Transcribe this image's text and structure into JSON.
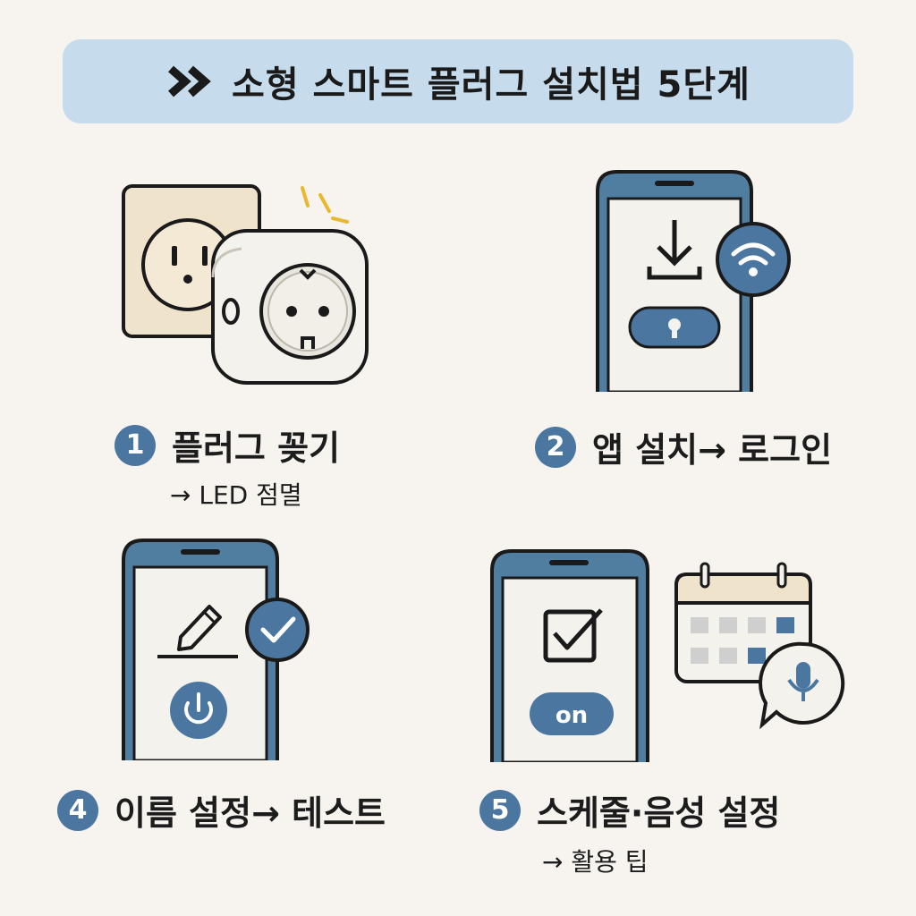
{
  "title": "소형 스마트 플러그 설치법 5단계",
  "colors": {
    "accent": "#4a76a0",
    "banner": "#c6dcec",
    "background": "#f7f4ef",
    "phone_frame": "#4f7ea0",
    "outlet": "#efe3cb"
  },
  "steps": [
    {
      "number": "1",
      "label": "플러그 꽂기",
      "sub": "→ LED 점멸"
    },
    {
      "number": "2",
      "label": "앱 설치→ 로그인"
    },
    {
      "number": "4",
      "label": "이름 설정→ 테스트"
    },
    {
      "number": "5",
      "label": "스케줄·음성 설정",
      "sub": "→ 활용 팁"
    }
  ],
  "step4_button": "on",
  "icons": [
    "chevron-double-right-icon",
    "wall-outlet-icon",
    "smart-plug-icon",
    "download-icon",
    "wifi-icon",
    "key-icon",
    "pencil-icon",
    "checkmark-icon",
    "power-icon",
    "checkbox-icon",
    "calendar-icon",
    "microphone-icon"
  ]
}
